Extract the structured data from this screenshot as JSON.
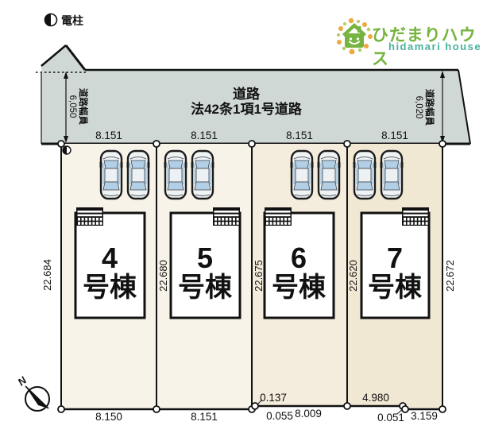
{
  "colors": {
    "road": "#cfd8d4",
    "lots": [
      "#f8f3e8",
      "#f8f3e8",
      "#f4ecdc",
      "#f1e8d4"
    ],
    "building": "#ffffff",
    "glass": "#b2cfe5",
    "logo_green": "#76b43f",
    "logo_teal": "#49b29b",
    "logo_orange": "#eda83e",
    "logo_leaf": "#b4cc5e"
  },
  "legend": {
    "pole": "電柱"
  },
  "logo": {
    "jp": "ひだまりハウス",
    "en": "hidamari house"
  },
  "road": {
    "title": "道路",
    "subtitle": "法42条1項1号道路",
    "left_label": "道路幅員",
    "left_value": "6,050",
    "right_label": "道路幅員",
    "right_value": "6,020"
  },
  "dims": {
    "top": [
      "8.151",
      "8.151",
      "8.151",
      "8.151"
    ],
    "side": [
      "22.684",
      "22.680",
      "22.675",
      "22.620",
      "22.672"
    ],
    "bottom_lot1": "8.150",
    "bottom_lot2": "8.151",
    "jog3_vert": "0.137",
    "jog3": "0.055",
    "bottom_lot3": "8.009",
    "bottom_lot4a": "4.980",
    "jog4": "0.051",
    "bottom_lot4b": "3.159"
  },
  "buildings": [
    {
      "no": "4",
      "suffix": "号棟"
    },
    {
      "no": "5",
      "suffix": "号棟"
    },
    {
      "no": "6",
      "suffix": "号棟"
    },
    {
      "no": "7",
      "suffix": "号棟"
    }
  ],
  "compass": {
    "label": "N"
  }
}
